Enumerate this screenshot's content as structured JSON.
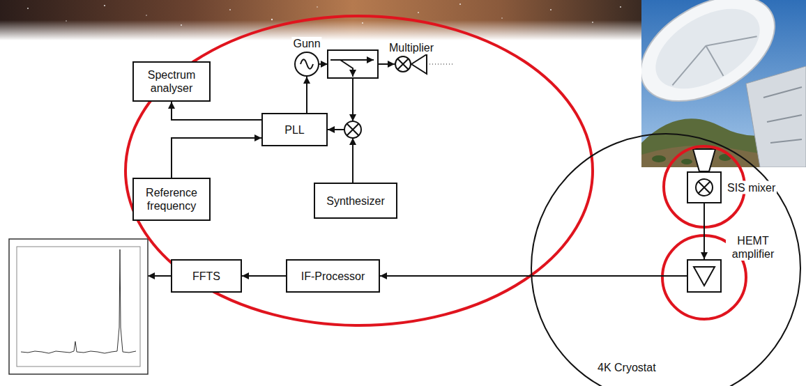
{
  "diagram": {
    "nodes": [
      {
        "text": [
          "Spectrum analyser"
        ]
      },
      {
        "text": [
          "Gunn"
        ]
      },
      {
        "text": [
          "Multiplier"
        ]
      },
      {
        "text": [
          "PLL"
        ]
      },
      {
        "text": [
          "Reference frequency"
        ]
      },
      {
        "text": [
          "Synthesizer"
        ]
      },
      {
        "text": [
          "FFTS"
        ]
      },
      {
        "text": [
          "IF-Processor"
        ]
      },
      {
        "text": [
          "4K Cryostat"
        ]
      },
      {
        "text": [
          "SIS mixer"
        ],
        "in": 8
      },
      {
        "text": [
          "HEMT amplifier"
        ],
        "in": 8
      }
    ],
    "edges": [
      {
        "from": 3,
        "to": 0,
        "arrow": "to"
      },
      {
        "from": 3,
        "to": 1,
        "arrow": "to"
      },
      {
        "from": 4,
        "to": 3,
        "arrow": "to"
      },
      {
        "from": 7,
        "to": 6,
        "arrow": "to"
      },
      {
        "from": 10,
        "to": 7,
        "arrow": "to"
      },
      {
        "from": 9,
        "to": 10,
        "arrow": "to"
      }
    ]
  }
}
